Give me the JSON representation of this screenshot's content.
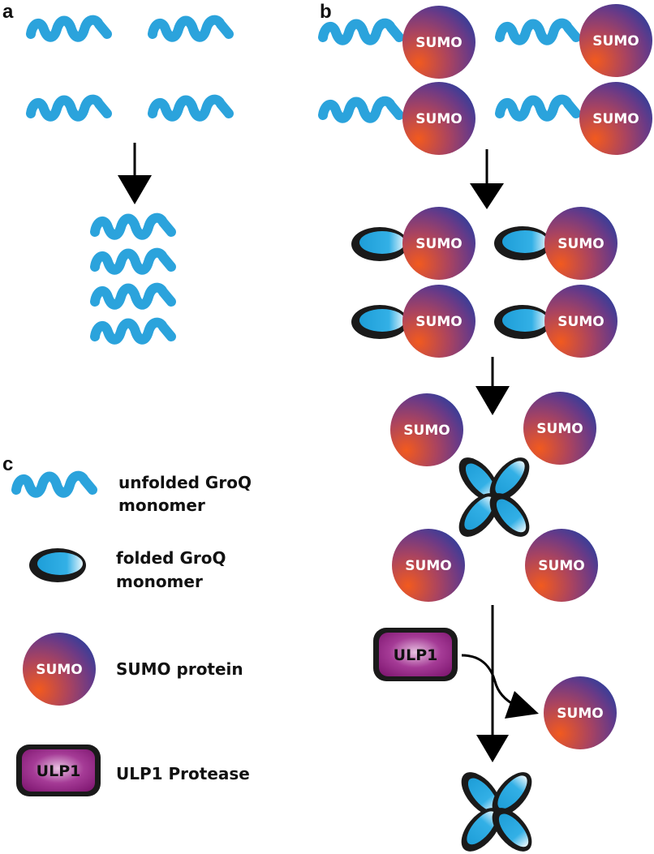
{
  "figure": {
    "panels": [
      {
        "id": "a",
        "label": "a"
      },
      {
        "id": "b",
        "label": "b"
      },
      {
        "id": "c",
        "label": "c"
      }
    ],
    "sumo_label": "SUMO",
    "ulp1_label": "ULP1",
    "legend": [
      {
        "symbol": "unfolded-monomer",
        "line1": "unfolded GroQ",
        "line2": "monomer"
      },
      {
        "symbol": "folded-monomer",
        "line1": "folded GroQ",
        "line2": "monomer"
      },
      {
        "symbol": "sumo",
        "line1": "SUMO protein",
        "line2": ""
      },
      {
        "symbol": "ulp1",
        "line1": "ULP1 Protease",
        "line2": ""
      }
    ],
    "colors": {
      "monomer": "#2ba3dc",
      "folded_fill": "#2aa8e0",
      "outline": "#1a1a1a",
      "sumo_orange": "#f05a22",
      "sumo_purple": "#8a3a7a",
      "sumo_blue": "#2e3d9a",
      "ulp1_purple": "#8b1d7d",
      "arrow": "#000000"
    }
  }
}
